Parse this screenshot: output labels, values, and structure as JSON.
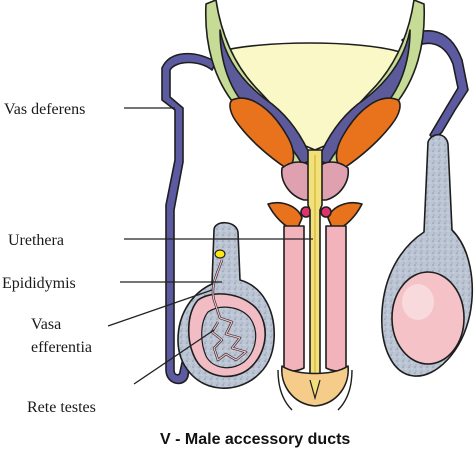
{
  "labels": {
    "vas_deferens": "Vas deferens",
    "urethera": "Urethera",
    "epididymis": "Epididymis",
    "vasa_efferentia_1": "Vasa",
    "vasa_efferentia_2": "efferentia",
    "rete_testes": "Rete testes"
  },
  "caption": "V - Male accessory ducts",
  "colors": {
    "vas_deferens": "#5c5aa0",
    "bladder": "#fbf8c8",
    "seminal_vesicle_outer": "#c6dc96",
    "seminal_vesicle_inner": "#5d5a9c",
    "prostate": "#e8731c",
    "prostate_upper": "#dfa0b0",
    "bulbourethral": "#e0336e",
    "erectile_tissue": "#f3b3bd",
    "urethra": "#f2e17a",
    "glans": "#f6cc8a",
    "testis_sac": "#b9c2d2",
    "testis": "#f4c2c7",
    "epididymis": "#ffe812",
    "rete_testis": "#f1bcc4"
  }
}
